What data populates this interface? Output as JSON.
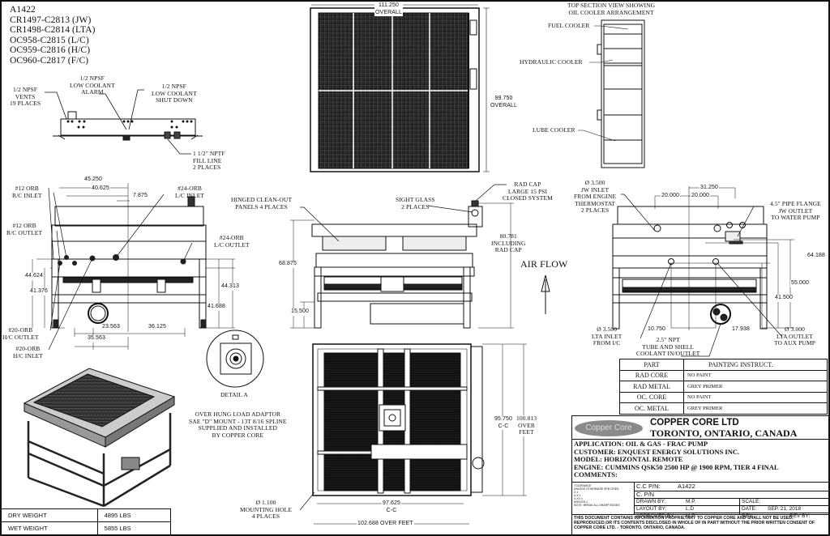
{
  "part_numbers": "A1422\nCR1497-C2813 (JW)\nCR1498-C2814 (LTA)\nOC958-C2815 (L/C)\nOC959-C2816 (H/C)\nOC960-C2817 (F/C)",
  "side_view": {
    "vents": "1/2 NPSF\nVENTS\n19 PLACES",
    "alarm": "1/2 NPSF\nLOW COOLANT\nALARM",
    "shutdown": "1/2 NPSF\nLOW COOLANT\nSHUT DOWN",
    "fill": "1 1/2\" NPTF\nFILL LINE\n2 PLACES"
  },
  "top_view": {
    "width": "111.250\nOVERALL",
    "height": "99.750\nOVERALL"
  },
  "section_view": {
    "title": "TOP SECTION VIEW SHOWING\nOIL COOLER ARRANGEMENT",
    "fuel": "FUEL COOLER",
    "hydraulic": "HYDRAULIC COOLER",
    "lube": "LUBE COOLER"
  },
  "left_view": {
    "d1": "45.250",
    "d2": "40.625",
    "d3": "7.875",
    "d4": "44.624",
    "d5": "41.376",
    "d6": "44.313",
    "d7": "41.688",
    "d8": "23.563",
    "d9": "36.125",
    "d10": "35.563",
    "rc_inlet": "#12 ORB\nR/C INLET",
    "rc_outlet": "#12 ORB\nR/C OUTLET",
    "lc_inlet": "#24-ORB\nL/C INLET",
    "lc_outlet": "#24-ORB\nL/C OUTLET",
    "hc_outlet": "#20-ORB\nH/C OUTLET",
    "hc_inlet": "#20-ORB\nH/C INLET"
  },
  "center_view": {
    "panels": "HINGED CLEAN-OUT\nPANELS 4 PLACES",
    "sight": "SIGHT GLASS\n2 PLACES",
    "cap": "RAD CAP\nLARGE 15 PSI\nCLOSED SYSTEM",
    "d1": "68.875",
    "d2": "15.500",
    "d3": "80.781\nINCLUDING\nRAD CAP",
    "airflow": "AIR FLOW"
  },
  "right_view": {
    "jw_inlet": "Ø 3.500\nJW INLET\nFROM ENGINE\nTHERMOSTAT\n2 PLACES",
    "d1": "31.250",
    "d2": "20.000",
    "d3": "20.000",
    "flange": "4.5\" PIPE FLANGE\nJW OUTLET\nTO WATER PUMP",
    "d4": "64.188",
    "d5": "55.000",
    "d6": "41.500",
    "d7": "10.750",
    "d8": "17.938",
    "lta_inlet": "Ø 3.500\nLTA INLET\nFROM I/C",
    "npt": "2.5\" NPT\nTUBE AND SHELL\nCOOLANT IN/OUTLET",
    "lta_outlet": "Ø 3.000\nLTA OUTLET\nTO AUX PUMP"
  },
  "detail": {
    "label": "DETAIL A",
    "adaptor": "OVER HUNG LOAD ADAPTOR\nSAE \"D\" MOUNT - 13T 8/16 SPLINE\nSUPPLIED AND INSTALLED\nBY COPPER CORE"
  },
  "plan_view": {
    "hole": "Ø 1.100\nMOUNTING HOLE\n4 PLACES",
    "cc_w": "97.625\nC-C",
    "over_w": "102.688 OVER FEET",
    "cc_h": "95.750\nC-C",
    "over_h": "100.813\nOVER\nFEET"
  },
  "weights": [
    {
      "label": "DRY WEIGHT",
      "value": "4895 LBS"
    },
    {
      "label": "WET WEIGHT",
      "value": "5855 LBS"
    }
  ],
  "paint_table": {
    "headers": [
      "PART",
      "PAINTING INSTRUCT."
    ],
    "rows": [
      {
        "part": "RAD CORE",
        "instr": "NO PAINT"
      },
      {
        "part": "RAD METAL",
        "instr": "GREY PRIMER"
      },
      {
        "part": "OC. CORE",
        "instr": "NO PAINT"
      },
      {
        "part": "OC. METAL",
        "instr": "GREY PRIMER"
      }
    ]
  },
  "title_block": {
    "logo": "Copper Core",
    "company": "COPPER CORE LTD",
    "location": "TORONTO, ONTARIO, CANADA",
    "info": "APPLICATION: OIL & GAS - FRAC PUMP\nCUSTOMER: ENQUEST ENERGY SOLUTIONS INC.\nMODEL: HORIZONTAL REMOTE\nENGINE: CUMMINS QSK50 2500 HP @ 1900 RPM, TIER 4 FINAL\nCOMMENTS:",
    "tolerance": "TOLERANCE\nUNLESS OTHERWISE SPECIFIED\nX  ±\nX.X ±\nX.XX ±\nANGLES ±\nNOTE: BREAK ALL SHARP EDGES",
    "cc_pn_label": "C.C P/N:",
    "cc_pn": "A1422",
    "c_pn_label": "C. P/N",
    "drawn_label": "DRAWN BY:",
    "drawn": "M.P.",
    "layout_label": "LAYOUT BY:",
    "layout": "L.D",
    "approved_label": "APPROVED BY:",
    "approved": "M.P",
    "scale_label": "SCALE:",
    "date_label": "DATE:",
    "date": "SEP. 21, 2018",
    "rev_label": "REV:",
    "revby_label": "REV BY:",
    "disclaimer": "THIS DOCUMENT CONTAINS INFORMATION PROPRIETARY TO COPPER CORE AND SHALL NOT BE USED, REPRODUCED,OR ITS CONTENTS DISCLOSED IN WHOLE OF IN PART WITHOUT THE PRIOR WRITTEN CONSENT OF COPPER CORE LTD. - TORONTO, ONTARIO, CANADA."
  }
}
